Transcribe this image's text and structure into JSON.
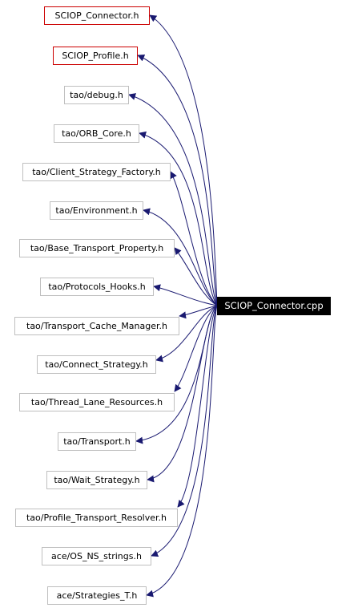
{
  "graph": {
    "root": {
      "label": "SCIOP_Connector.cpp"
    },
    "includes": [
      {
        "label": "SCIOP_Connector.h",
        "highlight": "#cc0000"
      },
      {
        "label": "SCIOP_Profile.h",
        "highlight": "#cc0000"
      },
      {
        "label": "tao/debug.h"
      },
      {
        "label": "tao/ORB_Core.h"
      },
      {
        "label": "tao/Client_Strategy_Factory.h"
      },
      {
        "label": "tao/Environment.h"
      },
      {
        "label": "tao/Base_Transport_Property.h"
      },
      {
        "label": "tao/Protocols_Hooks.h"
      },
      {
        "label": "tao/Transport_Cache_Manager.h"
      },
      {
        "label": "tao/Connect_Strategy.h"
      },
      {
        "label": "tao/Thread_Lane_Resources.h"
      },
      {
        "label": "tao/Transport.h"
      },
      {
        "label": "tao/Wait_Strategy.h"
      },
      {
        "label": "tao/Profile_Transport_Resolver.h"
      },
      {
        "label": "ace/OS_NS_strings.h"
      },
      {
        "label": "ace/Strategies_T.h"
      }
    ],
    "colors": {
      "edge": "#191970",
      "node_border": "#bfbfbf",
      "highlight_border": "#cc0000",
      "root_fill": "#000000",
      "root_text": "#ffffff"
    }
  }
}
